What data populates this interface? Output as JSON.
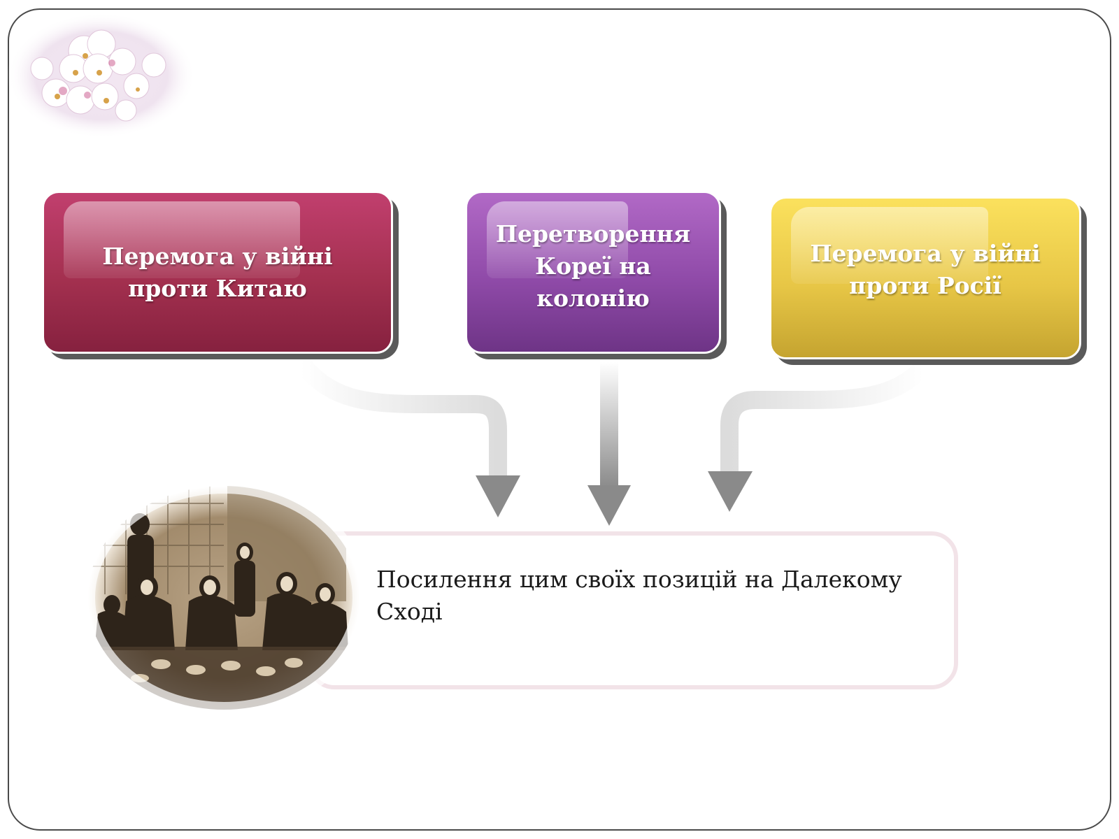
{
  "boxes": [
    {
      "label_line1": "Перемога у війні",
      "label_line2": "проти Китаю",
      "color": "#a3304f"
    },
    {
      "label_line1": "Перетворення",
      "label_line2": "Кореї на",
      "label_line3": "колонію",
      "color": "#8f4aa8"
    },
    {
      "label_line1": "Перемога у війні",
      "label_line2": "проти Росії",
      "color": "#e7c646"
    }
  ],
  "result": {
    "line1": "Посилення цим своїх позицій на Далекому",
    "line2": "Сході"
  },
  "colors": {
    "frame": "#4a4a4a",
    "arrow": "#8a8a8a",
    "result_border": "#f2e3e8"
  }
}
